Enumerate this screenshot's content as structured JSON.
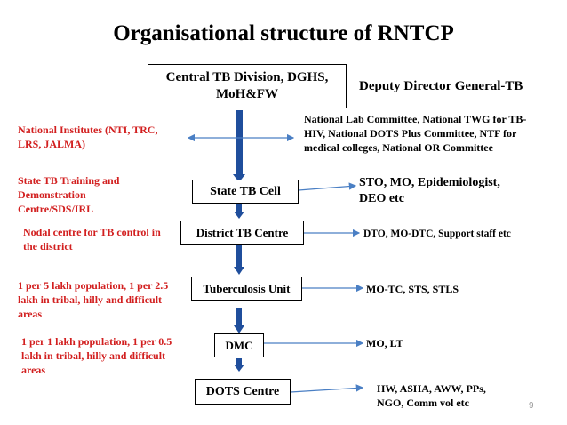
{
  "title": "Organisational structure of RNTCP",
  "page_number": "9",
  "boxes": {
    "central": "Central TB Division, DGHS, MoH&FW",
    "state": "State TB Cell",
    "district": "District TB Centre",
    "tu": "Tuberculosis Unit",
    "dmc": "DMC",
    "dots": "DOTS Centre"
  },
  "right_labels": {
    "central_head": "Deputy Director General-TB",
    "committees": "National Lab Committee, National TWG for TB-HIV, National DOTS Plus Committee, NTF for medical colleges, National OR Committee",
    "state_staff": "STO, MO, Epidemiologist, DEO etc",
    "district_staff": "DTO, MO-DTC, Support staff etc",
    "tu_staff": "MO-TC, STS, STLS",
    "dmc_staff": "MO, LT",
    "dots_staff": "HW, ASHA, AWW, PPs, NGO, Comm vol etc"
  },
  "left_labels": {
    "national_institutes": "National Institutes (NTI, TRC, LRS, JALMA)",
    "state_training": "State TB Training and Demonstration Centre/SDS/IRL",
    "nodal_centre": "Nodal centre for TB control in the district",
    "tu_norm": "1 per 5 lakh population, 1 per 2.5 lakh in tribal, hilly and difficult areas",
    "dmc_norm": "1 per 1 lakh population, 1 per 0.5 lakh in tribal, hilly and difficult areas"
  },
  "colors": {
    "left_text": "#d21f1f",
    "arrow_blue": "#1f4e9c",
    "connector_blue": "#4a7fc4"
  }
}
